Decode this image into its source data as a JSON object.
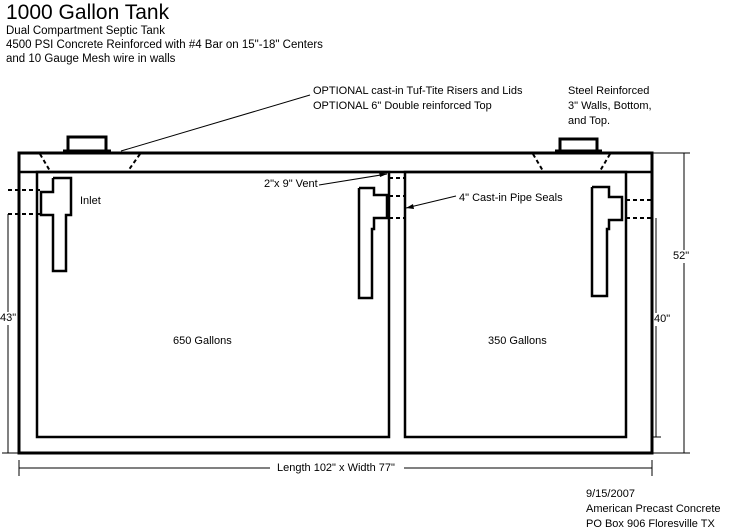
{
  "header": {
    "title": "1000 Gallon Tank",
    "lines": [
      "Dual Compartment Septic Tank",
      "4500 PSI Concrete Reinforced with #4 Bar on 15\"-18\" Centers",
      "and 10  Gauge Mesh wire in walls"
    ]
  },
  "annotations": {
    "optional_risers": "OPTIONAL cast-in Tuf-Tite Risers and Lids",
    "optional_top": "OPTIONAL 6\" Double reinforced Top",
    "steel": [
      "Steel Reinforced",
      "3\" Walls, Bottom,",
      "and Top."
    ],
    "vent": "2\"x 9\" Vent",
    "pipe_seals": "4\" Cast-in Pipe Seals",
    "inlet": "Inlet"
  },
  "compartments": {
    "left": "650 Gallons",
    "right": "350 Gallons"
  },
  "dimensions": {
    "left_height": "43\"",
    "inner_height": "40\"",
    "outer_height": "52\"",
    "length": "Length 102\" x Width 77\""
  },
  "footer": {
    "date": "9/15/2007",
    "company": "American Precast Concrete",
    "address": "PO Box 906 Floresville TX"
  }
}
